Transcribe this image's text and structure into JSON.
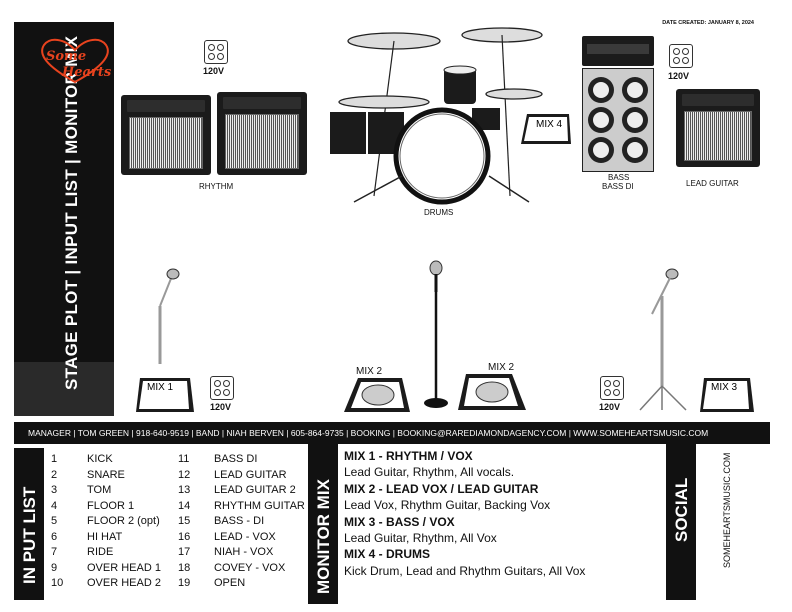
{
  "logo": {
    "text": "Some Hearts",
    "color": "#e8431e"
  },
  "header": {
    "vertical_title": "STAGE PLOT | INPUT LIST | MONITOR MIX",
    "date_created": "DATE CREATED: JANUARY 8, 2024"
  },
  "stage": {
    "voltage": "120V",
    "labels": {
      "rhythm": "RHYTHM",
      "drums": "DRUMS",
      "bass": "BASS",
      "bass_di": "BASS DI",
      "lead_guitar": "LEAD GUITAR"
    },
    "monitors": {
      "mix1": "MIX 1",
      "mix2": "MIX 2",
      "mix3": "MIX 3",
      "mix4": "MIX 4"
    }
  },
  "contact_bar": "MANAGER | TOM GREEN | 918-640-9519   |  BAND | NIAH BERVEN  | 605-864-9735  |   BOOKING | BOOKING@RAREDIAMONDAGENCY.COM | WWW.SOMEHEARTSMUSIC.COM",
  "input_list": {
    "title": "IN PUT LIST",
    "col1": [
      [
        "1",
        "KICK"
      ],
      [
        "2",
        "SNARE"
      ],
      [
        "3",
        "TOM"
      ],
      [
        "4",
        "FLOOR 1"
      ],
      [
        "5",
        "FLOOR 2 (opt)"
      ],
      [
        "6",
        "HI HAT"
      ],
      [
        "7",
        "RIDE"
      ],
      [
        "9",
        "OVER HEAD 1"
      ],
      [
        "10",
        "OVER HEAD 2"
      ]
    ],
    "col2": [
      [
        "11",
        "BASS DI"
      ],
      [
        "12",
        "LEAD GUITAR"
      ],
      [
        "13",
        "LEAD GUITAR 2"
      ],
      [
        "14",
        "RHYTHM GUITAR"
      ],
      [
        "15",
        "BASS - DI"
      ],
      [
        "16",
        "LEAD - VOX"
      ],
      [
        "17",
        "NIAH - VOX"
      ],
      [
        "18",
        "COVEY - VOX"
      ],
      [
        "19",
        "OPEN"
      ]
    ]
  },
  "monitor_mix": {
    "title": "MONITOR MIX",
    "mixes": [
      {
        "heading": "MIX 1 -  RHYTHM / VOX",
        "detail": "Lead Guitar,  Rhythm, All vocals."
      },
      {
        "heading": "MIX 2 - LEAD VOX / LEAD GUITAR",
        "detail": "Lead Vox, Rhythm Guitar, Backing Vox"
      },
      {
        "heading": "MIX 3 - BASS / VOX",
        "detail": "Lead Guitar, Rhythm, All Vox"
      },
      {
        "heading": "MIX 4 - DRUMS",
        "detail": "Kick Drum, Lead and Rhythm Guitars, All Vox"
      }
    ]
  },
  "social": {
    "title": "SOCIAL",
    "url": "SOMEHEARTSMUSIC.COM"
  }
}
